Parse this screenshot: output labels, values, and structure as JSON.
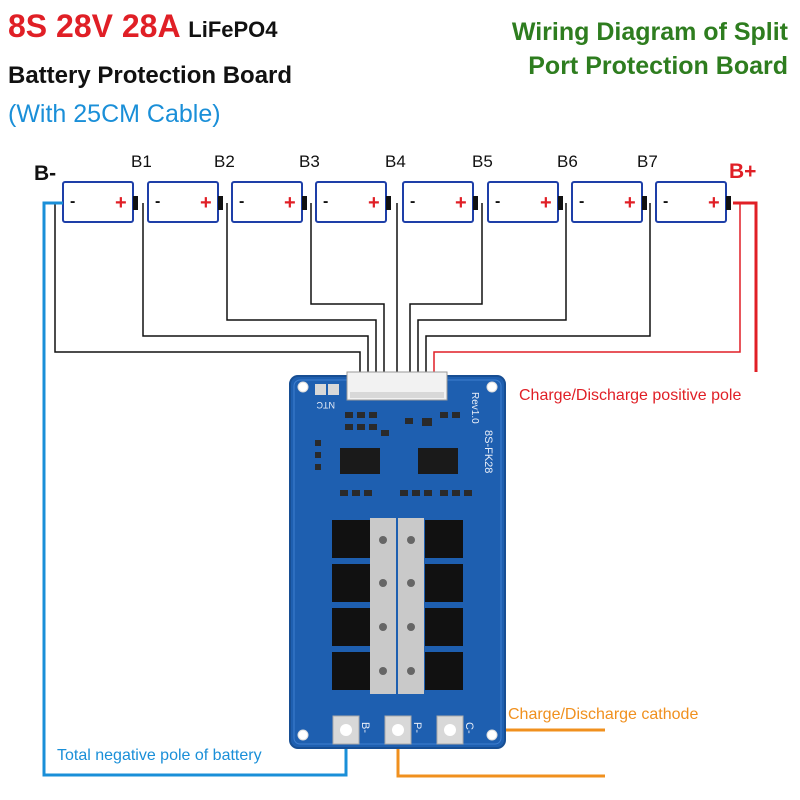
{
  "header": {
    "title_main": "8S 28V 28A",
    "title_chem": "LiFePO4",
    "subtitle": "Battery Protection Board",
    "cable": "(With 25CM Cable)",
    "diagram_title_line1": "Wiring Diagram of Split",
    "diagram_title_line2": "Port Protection Board"
  },
  "battery": {
    "neg_label": "B-",
    "pos_label": "B+",
    "cell_minus_symbol": "-",
    "cell_plus_symbol": "+",
    "taps": [
      "B1",
      "B2",
      "B3",
      "B4",
      "B5",
      "B6",
      "B7"
    ]
  },
  "board": {
    "silk_ntc": "NTC",
    "silk_model": "8S-FK28",
    "silk_rev": "Rev1.0",
    "pad_b": "B-",
    "pad_p": "P-",
    "pad_c": "C-"
  },
  "annotations": {
    "pos_pole": "Charge/Discharge positive pole",
    "cathode": "Charge/Discharge cathode",
    "total_neg": "Total negative pole of battery"
  },
  "colors": {
    "title_red": "#e01f26",
    "cable_blue": "#1a8fd8",
    "diagram_green": "#2e7d1f",
    "wire_red": "#e01f26",
    "wire_blue": "#1a8fd8",
    "wire_orange": "#f0901e",
    "pcb_blue": "#1e5fb0",
    "cell_border": "#1e3fa8"
  }
}
